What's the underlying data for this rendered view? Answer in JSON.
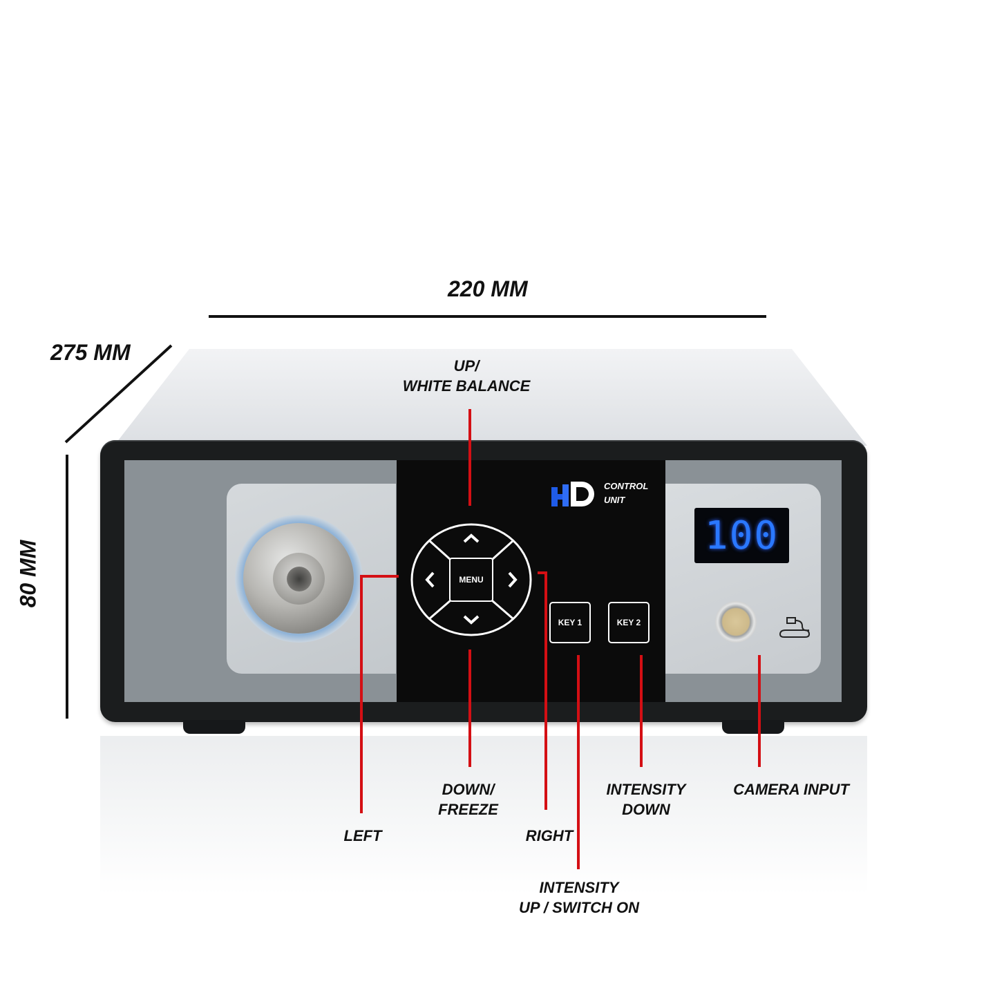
{
  "dimensions": {
    "width_label": "220 MM",
    "depth_label": "275 MM",
    "height_label": "80 MM"
  },
  "device": {
    "logo_mark": "HD",
    "logo_words": [
      "CONTROL",
      "UNIT"
    ],
    "menu_label": "MENU",
    "key1_label": "KEY 1",
    "key2_label": "KEY 2",
    "display_value": "100"
  },
  "callouts": {
    "up": [
      "UP/",
      "WHITE BALANCE"
    ],
    "down": [
      "DOWN/",
      "FREEZE"
    ],
    "left": [
      "LEFT"
    ],
    "right": [
      "RIGHT"
    ],
    "intensity_down": [
      "INTENSITY",
      "DOWN"
    ],
    "camera_input": [
      "CAMERA INPUT"
    ],
    "intensity_up": [
      "INTENSITY",
      "UP / SWITCH ON"
    ]
  },
  "colors": {
    "callout_line": "#d40f14",
    "display_digits": "#2a78ff",
    "bezel": "#1b1d1e"
  }
}
